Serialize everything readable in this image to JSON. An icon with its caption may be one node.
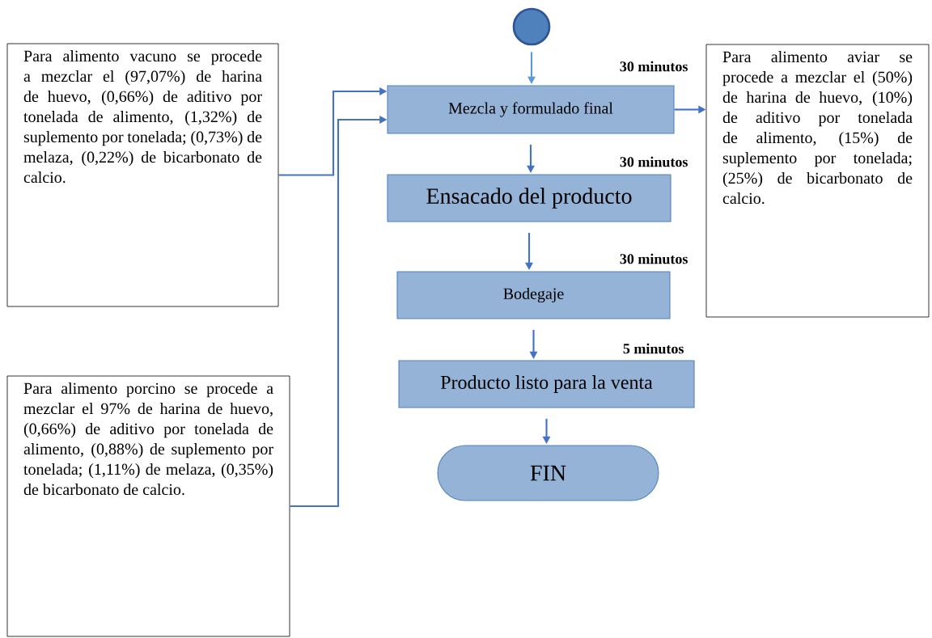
{
  "diagram": {
    "nodes": [
      {
        "text": [],
        "shape": "circle"
      },
      {
        "text": [
          "Mezcla y formulado final"
        ],
        "beside": [
          "30 minutos"
        ]
      },
      {
        "text": [
          "Ensacado del producto"
        ],
        "beside": [
          "30 minutos"
        ]
      },
      {
        "text": [
          "Bodegaje"
        ],
        "beside": [
          "30 minutos"
        ]
      },
      {
        "text": [
          "Producto listo para la venta"
        ],
        "beside": [
          "5 minutos"
        ]
      },
      {
        "text": [
          "FIN"
        ]
      },
      {
        "text": [
          "Para alimento vacuno se procede a mezclar el (97,07%) de harina de huevo, (0,66%) de aditivo por tonelada de alimento, (1,32%) de suplemento por tonelada; (0,73%) de melaza, (0,22%) de bicarbonato de calcio."
        ]
      },
      {
        "text": [
          "Para alimento aviar se procede a mezclar el (50%) de harina de huevo, (10%) de aditivo por tonelada de alimento, (15%) de suplemento por tonelada; (25%) de bicarbonato de calcio."
        ]
      },
      {
        "text": [
          "Para alimento porcino se procede a mezclar el 97% de harina de huevo, (0,66%) de aditivo por tonelada de alimento, (0,88%) de suplemento por tonelada; (1,11%) de melaza, (0,35%) de bicarbonato de calcio."
        ]
      }
    ],
    "edges": [
      {
        "from": 0,
        "to": 1,
        "arrow": "to",
        "color": "#5b9bd5"
      },
      {
        "from": 1,
        "to": 2,
        "arrow": "to"
      },
      {
        "from": 2,
        "to": 3,
        "arrow": "to"
      },
      {
        "from": 3,
        "to": 4,
        "arrow": "to"
      },
      {
        "from": 4,
        "to": 5,
        "arrow": "to"
      },
      {
        "from": 6,
        "to": 1,
        "arrow": "to"
      },
      {
        "from": 8,
        "to": 1,
        "arrow": "to"
      },
      {
        "from": 1,
        "to": 7,
        "arrow": "to"
      }
    ]
  }
}
